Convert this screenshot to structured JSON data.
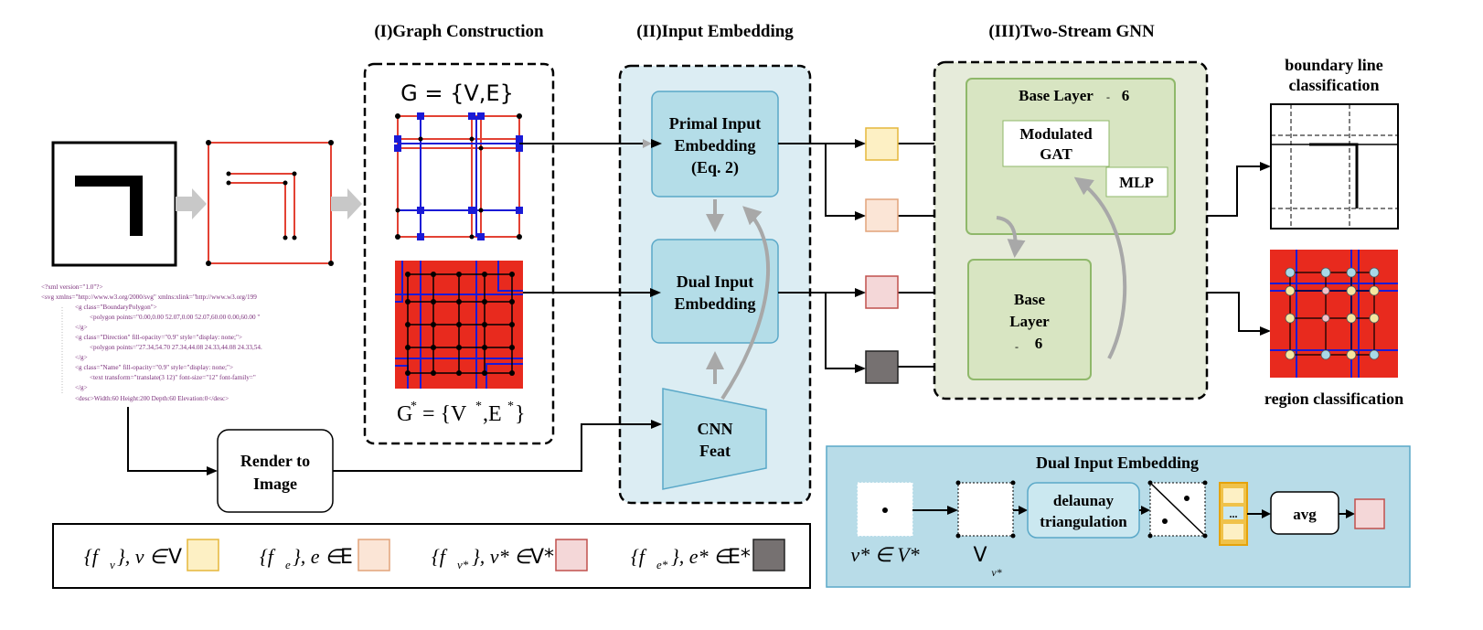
{
  "section_titles": {
    "graph_construction": "(I)Graph Construction",
    "input_embedding": "(II)Input Embedding",
    "two_stream_gnn": "(III)Two-Stream GNN"
  },
  "graph": {
    "primal_label": "G = {V,E}",
    "dual_label_main": "G",
    "dual_label_rest": "= {V",
    "dual_label_mid": ",E",
    "dual_label_end": "}",
    "star": "*"
  },
  "embedding": {
    "primal": [
      "Primal Input",
      "Embedding",
      "(Eq. 2)"
    ],
    "dual": [
      "Dual Input",
      "Embedding"
    ],
    "cnn": [
      "CNN",
      "Feat"
    ]
  },
  "render": [
    "Render to",
    "Image"
  ],
  "gnn": {
    "base_layer_top": "Base Layer",
    "times_top": "6",
    "dash_top": "‐",
    "modulated_gat": [
      "Modulated",
      "GAT"
    ],
    "mlp": "MLP",
    "base_layer_bottom": [
      "Base",
      "Layer"
    ],
    "times_bottom": "6",
    "dash_bottom": "‐"
  },
  "outputs": {
    "boundary": [
      "boundary line",
      "classification"
    ],
    "region": "region classification"
  },
  "svg_code": [
    "<?xml version=\"1.0\"?>",
    "<svg xmlns=\"http://www.w3.org/2000/svg\" xmlns:xlink=\"http://www.w3.org/199",
    "<g class=\"BoundaryPolygon\">",
    "<polygon points=\"0.00,0.00 52.07,0.00 52.07,60.00 0.00,60.00 \"",
    "</g>",
    "<g class=\"Direction\" fill-opacity=\"0.9\" style=\"display: none;\">",
    "<polygon points=\"27.34,54.70 27.34,44.08 24.33,44.08 24.33,54.",
    "</g>",
    "<g class=\"Name\" fill-opacity=\"0.9\" style=\"display: none;\">",
    "<text transform=\"translate(3 12)\" font-size=\"12\" font-family=\"",
    "</g>",
    "<desc>Width:60 Height:200 Depth:60 Elevation:0</desc>"
  ],
  "legend": [
    {
      "set": "{f",
      "sub": "v",
      "rel": "}, v ∈ ",
      "space": "V",
      "color": "#fdf0c4",
      "border": "#e5b73b"
    },
    {
      "set": "{f",
      "sub": "e",
      "rel": "}, e ∈ ",
      "space": "E",
      "color": "#fbe5d6",
      "border": "#e2a47a"
    },
    {
      "set": "{f",
      "sub": "v*",
      "rel": "}, v* ∈ ",
      "space": "V*",
      "color": "#f4d7d8",
      "border": "#c0504d"
    },
    {
      "set": "{f",
      "sub": "e*",
      "rel": "}, e* ∈ ",
      "space": "E*",
      "color": "#767171",
      "border": "#222222"
    }
  ],
  "dual_panel": {
    "title": "Dual Input Embedding",
    "vstar": "v* ∈ V*",
    "vv": "V",
    "vv_sub": "v*",
    "delaunay": [
      "delaunay",
      "triangulation"
    ],
    "ellipsis": "...",
    "avg": "avg"
  },
  "colors": {
    "red": "#e34234",
    "blue": "#1a1ad6",
    "embed_fill": "#b4dde8",
    "embed_stroke": "#5aa8c8",
    "gnn_bg": "#e6ebda",
    "base_fill": "#d8e5c2",
    "base_stroke": "#8fb86a",
    "panel_fill": "#b8dce8"
  }
}
